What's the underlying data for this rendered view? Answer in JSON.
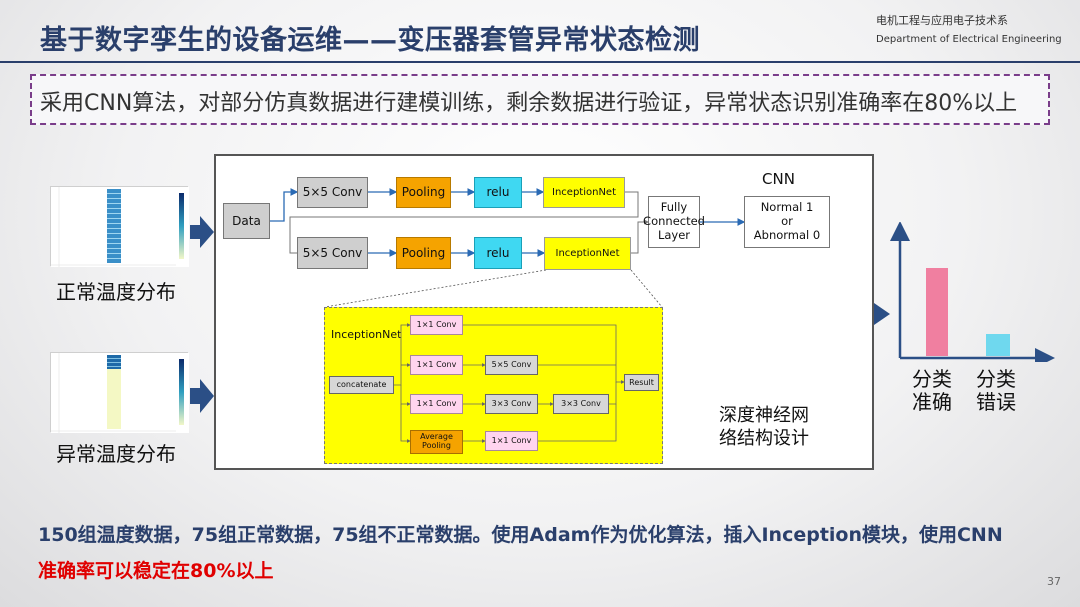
{
  "header": {
    "title": "基于数字孪生的设备运维——变压器套管异常状态检测",
    "dept_cn": "电机工程与应用电子技术系",
    "dept_en": "Department of Electrical Engineering"
  },
  "subtitle": "采用CNN算法，对部分仿真数据进行建模训练，剩余数据进行验证，异常状态识别准确率在80%以上",
  "inputs": {
    "normal_label": "正常温度分布",
    "abnormal_label": "异常温度分布"
  },
  "cnn": {
    "label": "CNN",
    "data": "Data",
    "conv": "5×5 Conv",
    "pooling": "Pooling",
    "relu": "relu",
    "inception": "InceptionNet",
    "fc": "Fully Connected Layer",
    "output_l1": "Normal 1",
    "output_l2": "or",
    "output_l3": "Abnormal 0"
  },
  "inception": {
    "title": "InceptionNet",
    "concat": "concatenate",
    "c1": "1×1 Conv",
    "c5": "5×5 Conv",
    "c3": "3×3 Conv",
    "avg_l1": "Average",
    "avg_l2": "Pooling",
    "result": "Result",
    "caption_l1": "深度神经网",
    "caption_l2": "络结构设计"
  },
  "result_chart": {
    "correct_l1": "分类",
    "correct_l2": "准确",
    "wrong_l1": "分类",
    "wrong_l2": "错误",
    "correct_color": "#f07fa0",
    "wrong_color": "#6fd8ee"
  },
  "chart_data": {
    "type": "bar",
    "categories": [
      "分类准确",
      "分类错误"
    ],
    "values": [
      0.8,
      0.2
    ],
    "ylim": [
      0,
      1
    ]
  },
  "bottom": {
    "line1": "150组温度数据，75组正常数据，75组不正常数据。使用Adam作为优化算法，插入Inception模块，使用CNN",
    "line2": "准确率可以稳定在80%以上"
  },
  "page_number": "37"
}
